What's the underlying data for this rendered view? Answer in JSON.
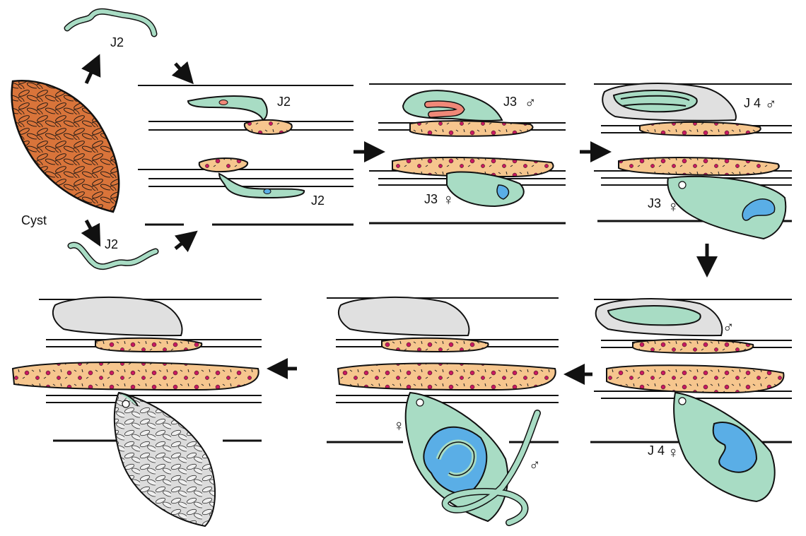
{
  "colors": {
    "cyst_fill": "#d9743a",
    "juvenile_fill": "#a8dcc4",
    "syncytium_fill": "#f6c68e",
    "nucleus_fill": "#c8195f",
    "gonad_fill": "#5aaee6",
    "cuticle_fill": "#e0e0e0",
    "egg_fill": "#dedede",
    "outline": "#111111"
  },
  "labels": {
    "cyst": "Cyst",
    "j2_top": "J2",
    "j2_bottom": "J2",
    "j2_panel_a": "J2",
    "j2_panel_b": "J2",
    "j3_male": "J3",
    "j3_female": "J3",
    "j4_male": "J 4",
    "j3_female_b": "J3",
    "j4_female": "J 4"
  },
  "symbols": {
    "male": "♂",
    "female": "♀"
  },
  "icons": [
    "arrow-icon"
  ]
}
